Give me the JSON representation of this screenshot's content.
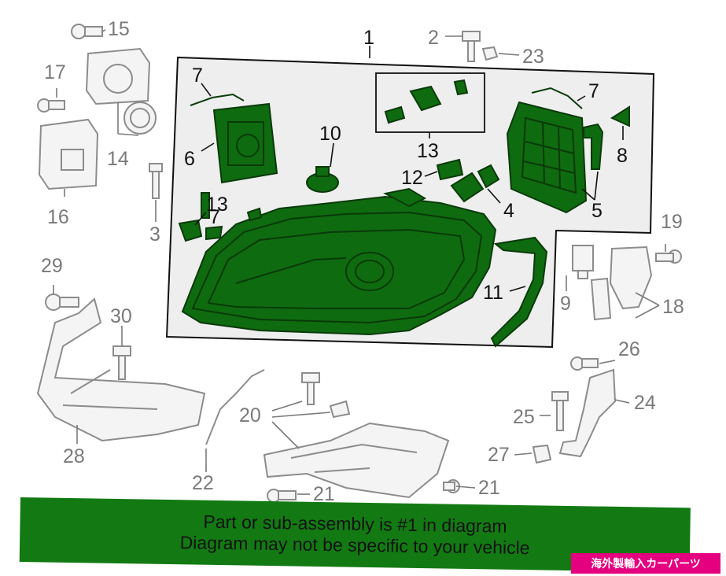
{
  "callouts": {
    "c1": "1",
    "c2": "2",
    "c3": "3",
    "c4": "4",
    "c5": "5",
    "c6": "6",
    "c7a": "7",
    "c7b": "7",
    "c7c": "7",
    "c8": "8",
    "c9": "9",
    "c10": "10",
    "c11": "11",
    "c12": "12",
    "c13a": "13",
    "c13b": "13",
    "c14": "14",
    "c15": "15",
    "c16": "16",
    "c17": "17",
    "c18": "18",
    "c19": "19",
    "c20": "20",
    "c21a": "21",
    "c21b": "21",
    "c22": "22",
    "c23": "23",
    "c24": "24",
    "c25": "25",
    "c26": "26",
    "c27": "27",
    "c28": "28",
    "c29": "29",
    "c30": "30"
  },
  "banner": {
    "line1": "Part or sub-assembly is #1 in diagram",
    "line2": "Diagram may not be specific to your vehicle"
  },
  "stamp": {
    "text": "海外製輸入カーパーツ"
  },
  "colors": {
    "highlight": "#137a13",
    "stamp": "#e4007f",
    "gray": "#8c8c8c"
  }
}
